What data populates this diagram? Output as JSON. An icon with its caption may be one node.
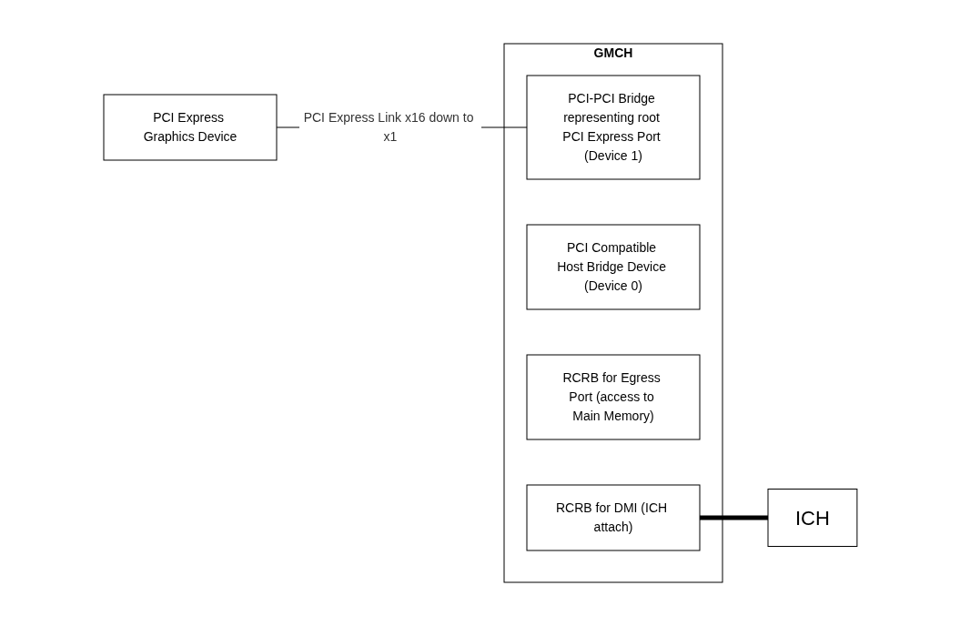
{
  "diagram": {
    "nodes": [
      {
        "text": [
          "PCI Express Graphics Device"
        ]
      },
      {
        "text": [
          "GMCH"
        ]
      },
      {
        "text": [
          "PCI-PCI Bridge representing root PCI Express Port (Device 1)"
        ],
        "in": 1
      },
      {
        "text": [
          "PCI Compatible Host Bridge Device (Device 0)"
        ],
        "in": 1
      },
      {
        "text": [
          "RCRB for Egress Port (access to Main Memory)"
        ],
        "in": 1
      },
      {
        "text": [
          "RCRB for DMI (ICH attach)"
        ],
        "in": 1
      },
      {
        "text": [
          "ICH"
        ]
      }
    ],
    "edges": [
      {
        "from": 0,
        "to": 2,
        "arrow": "none",
        "label": "PCI Express Link x16 down to x1"
      },
      {
        "from": 5,
        "to": 6,
        "arrow": "none",
        "style": "thick"
      }
    ]
  }
}
